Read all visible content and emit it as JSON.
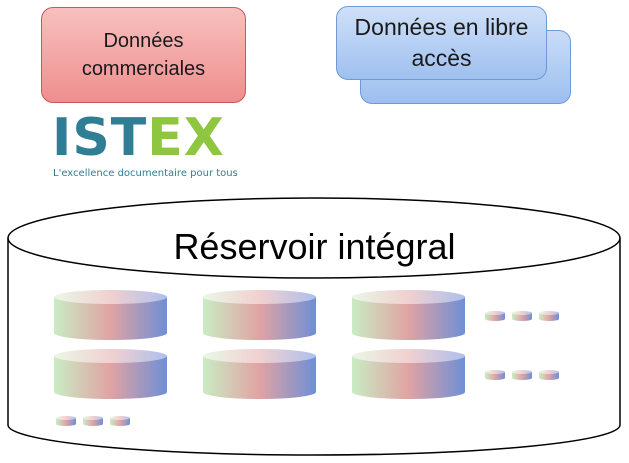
{
  "commercial_box": {
    "label": "Données commerciales"
  },
  "open_access_box": {
    "label": "Données en libre accès"
  },
  "logo": {
    "word_ist": "IST",
    "word_ex": "EX",
    "tagline": "L'excellence documentaire pour tous"
  },
  "reservoir": {
    "title": "Réservoir intégral"
  },
  "colors": {
    "commercial_fill": "#ee8f8e",
    "open_access_fill": "#9fc0ef",
    "logo_blue": "#2f7e93",
    "logo_green": "#8ec63f",
    "disk_green": "#c9ecc4",
    "disk_red": "#e0a3a3",
    "disk_blue": "#6f8fd6"
  }
}
